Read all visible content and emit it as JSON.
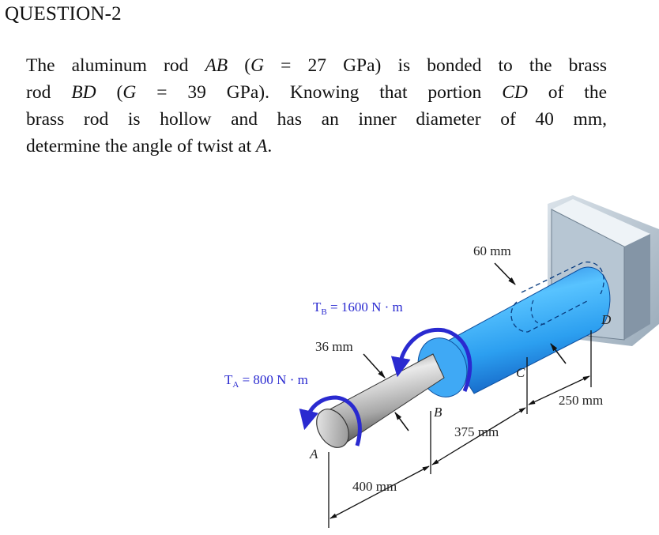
{
  "heading": "QUESTION-2",
  "problem": {
    "l1": [
      "The aluminum rod ",
      "AB",
      " (",
      "G",
      " = 27 GPa) is bonded to the brass"
    ],
    "l2": [
      "rod ",
      "BD",
      " (",
      "G",
      " = 39 GPa). Knowing that portion ",
      "CD",
      " of the"
    ],
    "l3": "brass rod is hollow and has an inner diameter of 40 mm,",
    "l4": [
      "determine the angle of twist at ",
      "A",
      "."
    ]
  },
  "figure": {
    "dim_60": "60 mm",
    "dim_36": "36 mm",
    "dim_400": "400 mm",
    "dim_375": "375 mm",
    "dim_250": "250 mm",
    "torque_b": {
      "prefix": "T",
      "sub": "B",
      "value": " = 1600 N · m"
    },
    "torque_a": {
      "prefix": "T",
      "sub": "A",
      "value": " = 800 N · m"
    },
    "point_a": "A",
    "point_b": "B",
    "point_c": "C",
    "point_d": "D"
  },
  "colors": {
    "brass_rod": "#2f9be8",
    "aluminum_rod": "#9a9a9a",
    "wall": "#b5c3d0",
    "torque_arrow": "#2a2ad0"
  }
}
